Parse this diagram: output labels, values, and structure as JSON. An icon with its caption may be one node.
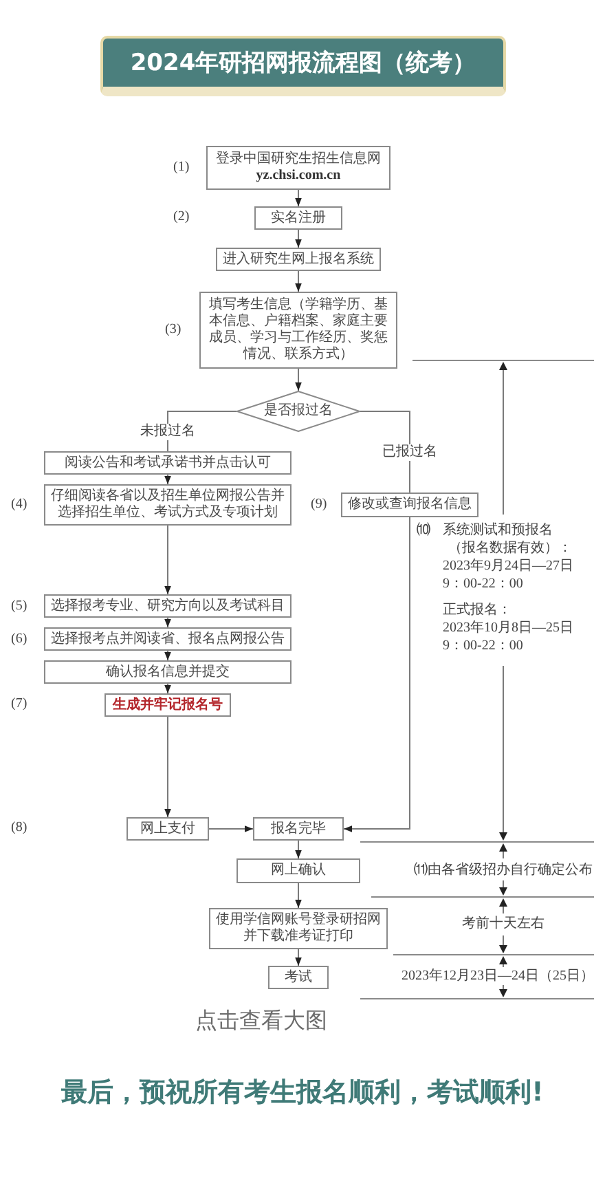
{
  "diagram": {
    "title": "2024年研招网报流程图（统考）",
    "nodes": [
      {
        "text": [
          "登录中国研究生招生信息网",
          "yz.chsi.com.cn"
        ],
        "beside": [
          "(1)"
        ]
      },
      {
        "text": [
          "实名注册"
        ]
      },
      {
        "text": [
          "进入研究生网上报名系统"
        ]
      },
      {
        "text": [
          "填写考生信息（学籍学历、基本信息、户籍档案、家庭主要成员、学习与工作经历、奖惩情况、联系方式）"
        ],
        "beside": [
          "(3)"
        ]
      },
      {
        "text": [
          "是否报过名"
        ]
      },
      {
        "text": [
          "阅读公告和考试承诺书并点击认可"
        ]
      },
      {
        "text": [
          "仔细阅读各省以及招生单位网报公告并选择招生单位、考试方式及专项计划"
        ],
        "beside": [
          "(4)"
        ]
      },
      {
        "text": [
          "修改或查询报名信息"
        ],
        "beside": [
          "(9)"
        ]
      },
      {
        "text": [
          "选择报考专业、研究方向以及考试科目"
        ],
        "beside": [
          "(5)"
        ]
      },
      {
        "text": [
          "选择报考点并阅读省、报名点网报公告"
        ],
        "beside": [
          "(6)"
        ]
      },
      {
        "text": [
          "确认报名信息并提交"
        ]
      },
      {
        "text": [
          "生成并牢记报名号"
        ]
      },
      {
        "text": [
          "网上支付"
        ]
      },
      {
        "text": [
          "报名完毕"
        ]
      },
      {
        "text": [
          "网上确认"
        ]
      },
      {
        "text": [
          "使用学信网账号登录研招网并下载准考证打印"
        ]
      },
      {
        "text": [
          "考试"
        ]
      }
    ],
    "edges": [
      {
        "from": 0,
        "to": 1,
        "arrow": "to"
      },
      {
        "from": 1,
        "to": 2,
        "arrow": "to"
      },
      {
        "from": 2,
        "to": 3,
        "arrow": "to"
      },
      {
        "from": 3,
        "to": 4,
        "arrow": "to"
      },
      {
        "from": 4,
        "to": 5,
        "arrow": "none",
        "label": "未报过名"
      },
      {
        "from": 4,
        "to": 7,
        "arrow": "none",
        "label": "已报过名"
      },
      {
        "from": 5,
        "to": 6,
        "arrow": "to"
      },
      {
        "from": 6,
        "to": 8,
        "arrow": "to"
      },
      {
        "from": 8,
        "to": 9,
        "arrow": "to"
      },
      {
        "from": 9,
        "to": 10,
        "arrow": "to"
      },
      {
        "from": 10,
        "to": 11,
        "arrow": "to"
      },
      {
        "from": 11,
        "to": 12,
        "arrow": "to"
      },
      {
        "from": 12,
        "to": 13,
        "arrow": "to"
      },
      {
        "from": 7,
        "to": 13,
        "arrow": "to"
      },
      {
        "from": 13,
        "to": 14,
        "arrow": "to"
      },
      {
        "from": 14,
        "to": 15,
        "arrow": "to"
      },
      {
        "from": 15,
        "to": 16,
        "arrow": "to"
      }
    ],
    "labels": [
      "(2)",
      "⑽",
      "系统测试和预报名",
      "（报名数据有效）：",
      "2023年9月24日—27日",
      "9：00-22：00",
      "正式报名：",
      "2023年10月8日—25日",
      "9：00-22：00",
      "(7)",
      "(8)",
      "⑾由各省级招办自行确定公布",
      "考前十天左右",
      "2023年12月23日—24日（25日）",
      "点击查看大图",
      "最后，预祝所有考生报名顺利，考试顺利!"
    ]
  }
}
